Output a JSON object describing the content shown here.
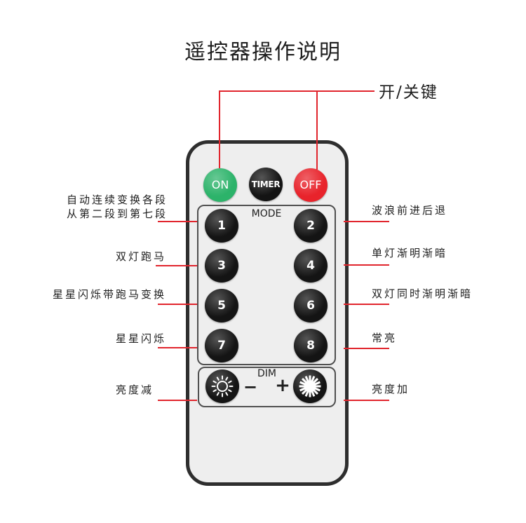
{
  "title": "遥控器操作说明",
  "power_callout": "开/关键",
  "remote": {
    "on_label": "ON",
    "timer_label": "TIMER",
    "off_label": "OFF",
    "mode_label": "MODE",
    "mode_buttons": [
      "1",
      "2",
      "3",
      "4",
      "5",
      "6",
      "7",
      "8"
    ],
    "dim_label": "DIM",
    "dim_minus": "−",
    "dim_plus": "+"
  },
  "left_callouts": [
    {
      "lines": [
        "自动连续变换各段",
        "从第二段到第七段"
      ]
    },
    {
      "lines": [
        "双灯跑马"
      ]
    },
    {
      "lines": [
        "星星闪烁带跑马变换"
      ]
    },
    {
      "lines": [
        "星星闪烁"
      ]
    },
    {
      "lines": [
        "亮度减"
      ]
    }
  ],
  "right_callouts": [
    {
      "lines": [
        "波浪前进后退"
      ]
    },
    {
      "lines": [
        "单灯渐明渐暗"
      ]
    },
    {
      "lines": [
        "双灯同时渐明渐暗"
      ]
    },
    {
      "lines": [
        "常亮"
      ]
    },
    {
      "lines": [
        "亮度加"
      ]
    }
  ],
  "icons": {
    "dim_down": "sun-outline-icon",
    "dim_up": "sun-filled-icon"
  },
  "colors": {
    "callout_line": "#e1252d",
    "remote_body": "#eeeeee",
    "remote_border": "#2e2e2e",
    "panel_border": "#505050",
    "on_button": "#2cb36a",
    "off_button": "#e8232b",
    "dark_button": "#141414",
    "text": "#1e1e1e",
    "button_text": "#ffffff"
  }
}
